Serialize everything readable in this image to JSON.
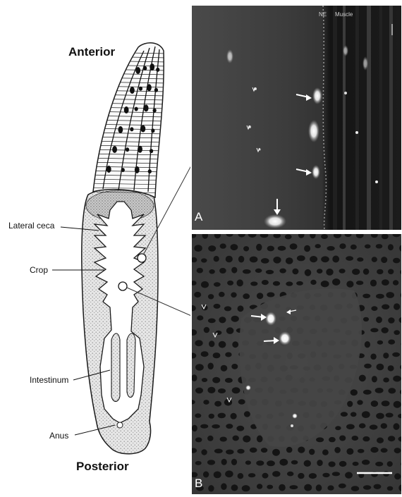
{
  "diagram": {
    "anterior_label": "Anterior",
    "posterior_label": "Posterior",
    "annotations": {
      "lateral_ceca": "Lateral ceca",
      "crop": "Crop",
      "intestinum": "Intestinum",
      "anus": "Anus"
    }
  },
  "panel_a": {
    "letter": "A",
    "corner_text": "NE",
    "muscle_text": "Muscle"
  },
  "panel_b": {
    "letter": "B"
  },
  "colors": {
    "panel_background": "#3a3a3a",
    "bright_spots": "#ffffff",
    "outline": "#1a1a1a"
  }
}
